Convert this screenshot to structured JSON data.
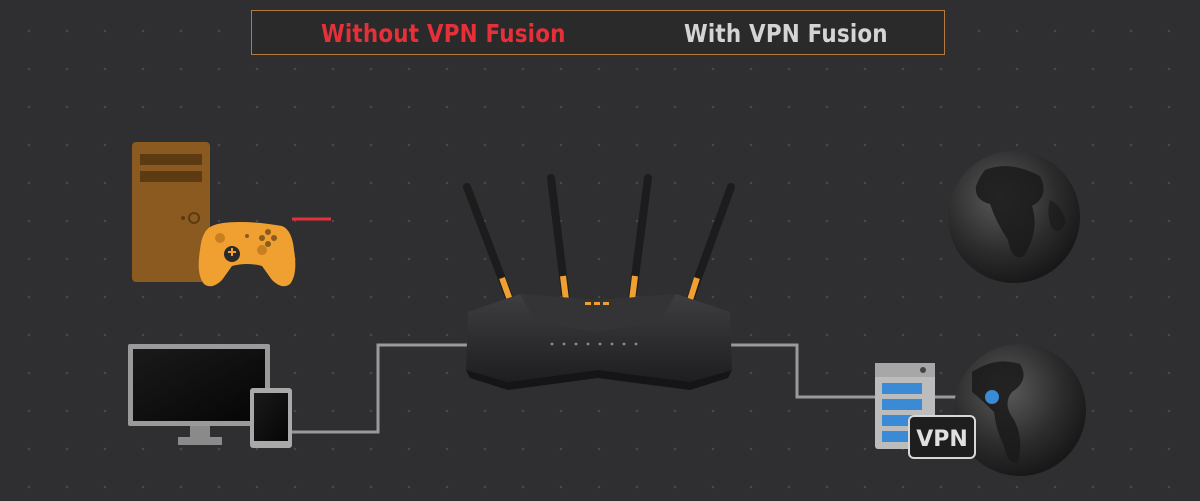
{
  "tabs": [
    {
      "label": "Without VPN Fusion",
      "color": "#e5303a",
      "active": true
    },
    {
      "label": "With VPN Fusion",
      "color": "#d4d4d4",
      "active": false
    }
  ],
  "vpn_label": "VPN",
  "colors": {
    "accent": "#f0a030",
    "red": "#e5303a",
    "vpn_blue": "#3a8ad6",
    "line": "#9a9a9a"
  }
}
